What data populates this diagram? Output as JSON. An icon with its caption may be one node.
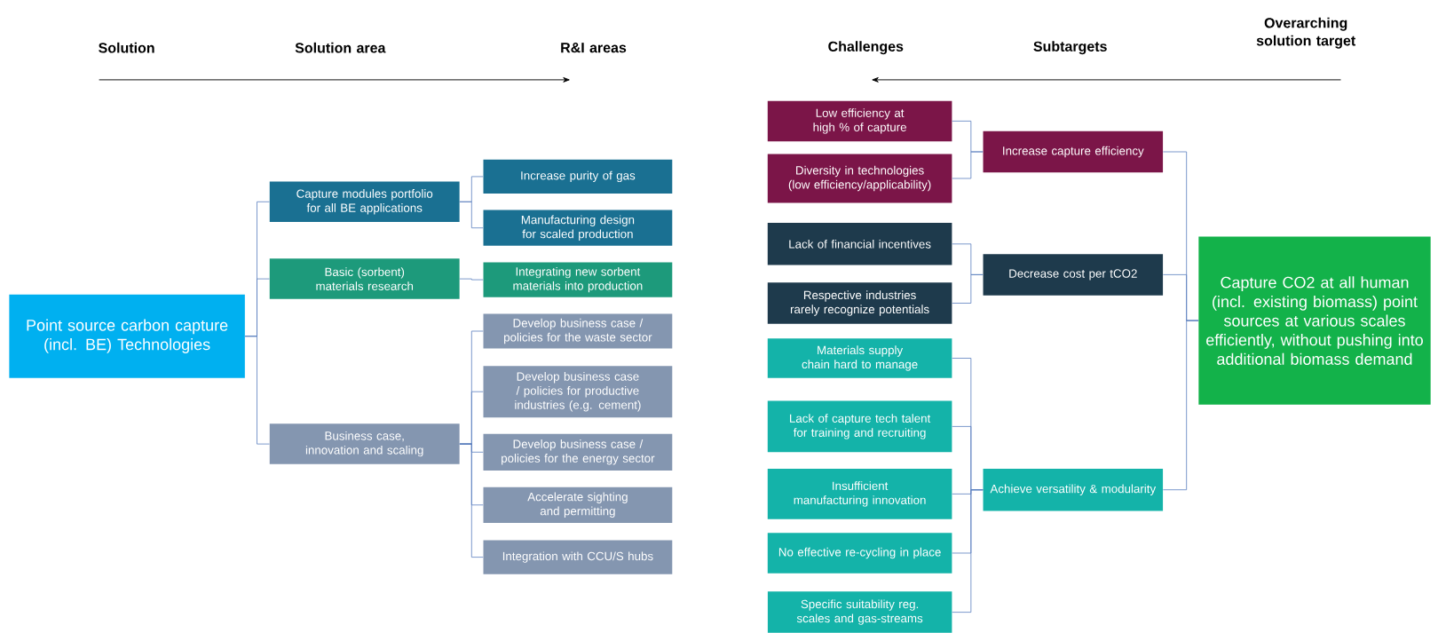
{
  "diagram": {
    "nodes": [
      {
        "text": [
          "Point source carbon capture (incl. BE) Technologies"
        ]
      },
      {
        "text": [
          "Capture modules portfolio for all BE applications"
        ]
      },
      {
        "text": [
          "Basic (sorbent) materials research"
        ]
      },
      {
        "text": [
          "Business case, innovation and scaling"
        ]
      },
      {
        "text": [
          "Increase purity of gas"
        ]
      },
      {
        "text": [
          "Manufacturing design for scaled production"
        ]
      },
      {
        "text": [
          "Integrating new sorbent materials into production"
        ]
      },
      {
        "text": [
          "Develop business case / policies for the waste sector"
        ]
      },
      {
        "text": [
          "Develop business case / policies for productive industries (e.g. cement)"
        ]
      },
      {
        "text": [
          "Develop business case / policies for the energy sector"
        ]
      },
      {
        "text": [
          "Accelerate sighting and permitting"
        ]
      },
      {
        "text": [
          "Integration with CCU/S hubs"
        ]
      },
      {
        "text": [
          "Low efficiency at high % of capture"
        ]
      },
      {
        "text": [
          "Diversity in technologies (low efficiency/applicability)"
        ]
      },
      {
        "text": [
          "Lack of financial incentives"
        ]
      },
      {
        "text": [
          "Respective industries rarely recognize potentials"
        ]
      },
      {
        "text": [
          "Materials supply chain hard to manage"
        ]
      },
      {
        "text": [
          "Lack of capture tech talent for training and recruiting"
        ]
      },
      {
        "text": [
          "Insufficient manufacturing innovation"
        ]
      },
      {
        "text": [
          "No effective re-cycling in place"
        ]
      },
      {
        "text": [
          "Specific suitability reg. scales and gas-streams"
        ]
      },
      {
        "text": [
          "Increase capture efficiency"
        ]
      },
      {
        "text": [
          "Decrease cost per tCO2"
        ]
      },
      {
        "text": [
          "Achieve versatility & modularity"
        ]
      },
      {
        "text": [
          "Capture CO2 at all human (incl. existing biomass) point sources at various scales efficiently, without pushing into additional biomass demand"
        ]
      }
    ],
    "edges": [
      {
        "from": 0,
        "to": 1,
        "arrow": "none"
      },
      {
        "from": 0,
        "to": 2,
        "arrow": "none"
      },
      {
        "from": 0,
        "to": 3,
        "arrow": "none"
      },
      {
        "from": 1,
        "to": 4,
        "arrow": "none"
      },
      {
        "from": 1,
        "to": 5,
        "arrow": "none"
      },
      {
        "from": 2,
        "to": 6,
        "arrow": "none"
      },
      {
        "from": 3,
        "to": 7,
        "arrow": "none"
      },
      {
        "from": 3,
        "to": 8,
        "arrow": "none"
      },
      {
        "from": 3,
        "to": 9,
        "arrow": "none"
      },
      {
        "from": 3,
        "to": 10,
        "arrow": "none"
      },
      {
        "from": 3,
        "to": 11,
        "arrow": "none"
      },
      {
        "from": 21,
        "to": 12,
        "arrow": "none"
      },
      {
        "from": 21,
        "to": 13,
        "arrow": "none"
      },
      {
        "from": 22,
        "to": 14,
        "arrow": "none"
      },
      {
        "from": 22,
        "to": 15,
        "arrow": "none"
      },
      {
        "from": 23,
        "to": 16,
        "arrow": "none"
      },
      {
        "from": 23,
        "to": 17,
        "arrow": "none"
      },
      {
        "from": 23,
        "to": 18,
        "arrow": "none"
      },
      {
        "from": 23,
        "to": 19,
        "arrow": "none"
      },
      {
        "from": 23,
        "to": 20,
        "arrow": "none"
      },
      {
        "from": 24,
        "to": 21,
        "arrow": "none"
      },
      {
        "from": 24,
        "to": 22,
        "arrow": "none"
      },
      {
        "from": 24,
        "to": 23,
        "arrow": "none"
      }
    ],
    "labels": [
      "Solution",
      "Solution area",
      "R&I areas",
      "Challenges",
      "Subtargets",
      "Overarching solution target"
    ]
  }
}
